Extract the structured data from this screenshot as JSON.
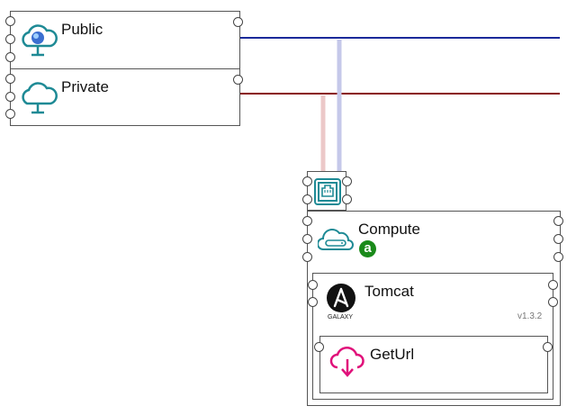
{
  "networks": [
    {
      "name": "Public",
      "color": "#1a2a9a"
    },
    {
      "name": "Private",
      "color": "#8a1010"
    }
  ],
  "compute": {
    "name": "Compute",
    "badge": "a",
    "badge_color": "#1a8a1a",
    "icon": "cloud-server-icon"
  },
  "tomcat": {
    "name": "Tomcat",
    "version": "v1.3.2",
    "logo_caption": "GALAXY",
    "icon": "ansible-galaxy-icon"
  },
  "geturl": {
    "name": "GetUrl",
    "icon": "cloud-download-icon",
    "color": "#e0107a"
  },
  "network_port": {
    "icon": "ethernet-port-icon"
  },
  "colors": {
    "teal": "#1e8a95"
  }
}
